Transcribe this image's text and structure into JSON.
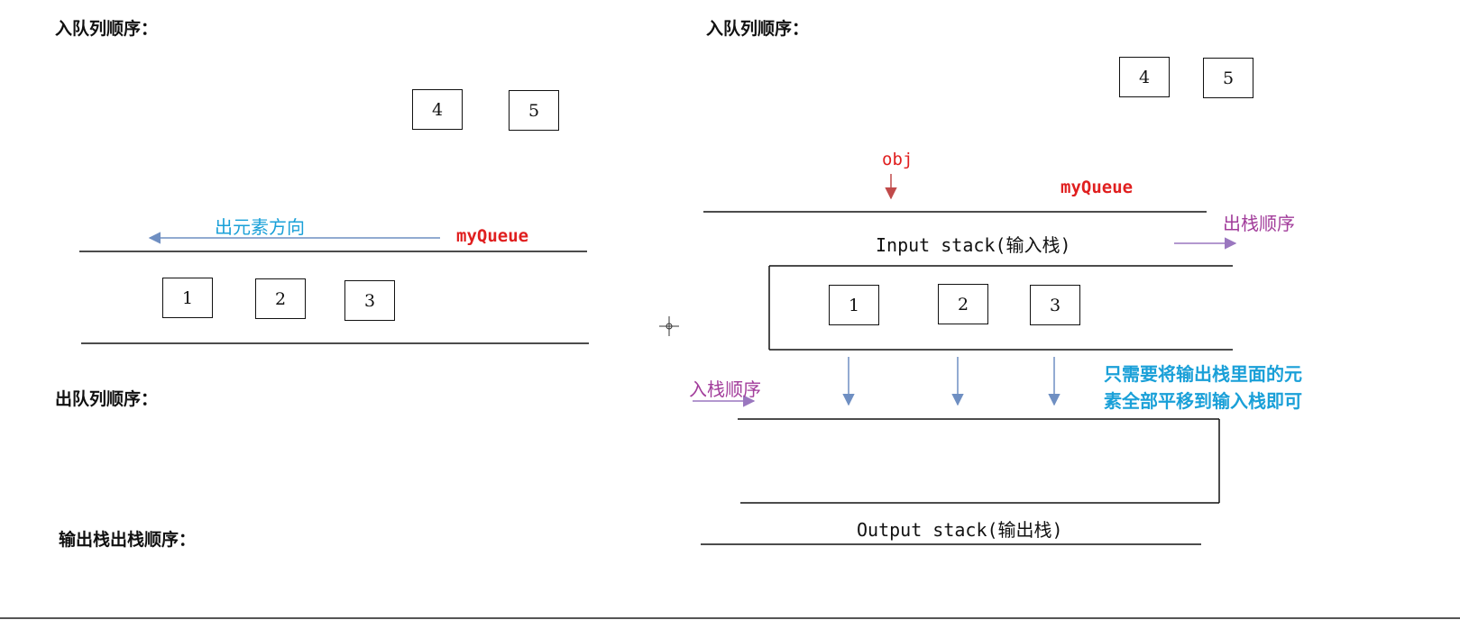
{
  "colors": {
    "line": "#111111",
    "arrow_blue": "#6f8fc2",
    "arrow_red": "#c04a4a",
    "arrow_purple": "#9a77bf",
    "label_red": "#e01f1f",
    "label_blue": "#1aa0d8",
    "label_purple": "#a23d9b"
  },
  "left": {
    "enqueue_order_label": "入队列顺序：",
    "dequeue_order_label": "出队列顺序：",
    "output_stack_pop_order_label": "输出栈出栈顺序：",
    "direction_label": "出元素方向",
    "queue_label": "myQueue",
    "pending_items": [
      "4",
      "5"
    ],
    "queue_items": [
      "1",
      "2",
      "3"
    ]
  },
  "right": {
    "enqueue_order_label": "入队列顺序：",
    "obj_label": "obj",
    "queue_label": "myQueue",
    "input_stack_label": "Input stack(输入栈)",
    "pop_order_label": "出栈顺序",
    "push_order_label": "入栈顺序",
    "note_line1": "只需要将输出栈里面的元",
    "note_line2": "素全部平移到输入栈即可",
    "output_stack_label": "Output stack(输出栈)",
    "pending_items": [
      "4",
      "5"
    ],
    "stack_items": [
      "1",
      "2",
      "3"
    ]
  }
}
